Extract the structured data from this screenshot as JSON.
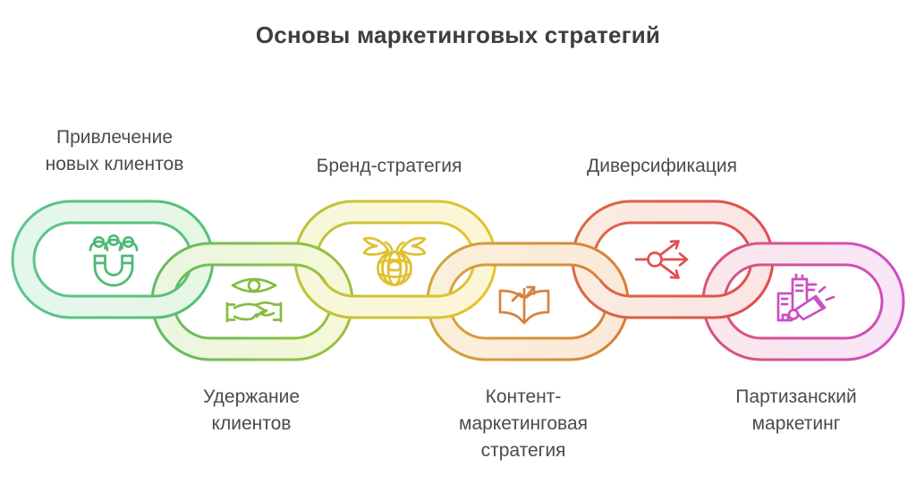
{
  "title": "Основы маркетинговых стратегий",
  "palette": {
    "background": "#ffffff",
    "title_color": "#3e3e3e",
    "label_color": "#4b4b4b"
  },
  "items": [
    {
      "icon": "magnet-attract-clients-icon",
      "lines": [
        "Привлечение",
        "новых клиентов"
      ],
      "colors": {
        "stroke_from": "#5ec48e",
        "stroke_to": "#54c073",
        "fill_from": "#e4f7ee",
        "fill_to": "#e6f7e5",
        "icon": "#4aba74"
      }
    },
    {
      "icon": "eye-handshake-retention-icon",
      "lines": [
        "Удержание",
        "клиентов"
      ],
      "colors": {
        "stroke_from": "#63bb62",
        "stroke_to": "#9cc23a",
        "fill_from": "#ebf6e0",
        "fill_to": "#f5f8d8",
        "icon": "#85bc40"
      }
    },
    {
      "icon": "winged-medal-brand-icon",
      "lines": [
        "Бренд-стратегия"
      ],
      "colors": {
        "stroke_from": "#bcc23b",
        "stroke_to": "#e6c42c",
        "fill_from": "#f7f7db",
        "fill_to": "#fdf6d5",
        "icon": "#dfc030"
      }
    },
    {
      "icon": "book-growth-content-icon",
      "lines": [
        "Контент-",
        "маркетинговая",
        "стратегия"
      ],
      "colors": {
        "stroke_from": "#d3a73c",
        "stroke_to": "#d87e3a",
        "fill_from": "#fbf0db",
        "fill_to": "#fbe9d9",
        "icon": "#d8823c"
      }
    },
    {
      "icon": "branch-arrows-diversification-icon",
      "lines": [
        "Диверсификация"
      ],
      "colors": {
        "stroke_from": "#da6a45",
        "stroke_to": "#e24c50",
        "fill_from": "#fcecdf",
        "fill_to": "#fbe5e6",
        "icon": "#e05050"
      }
    },
    {
      "icon": "building-megaphone-guerrilla-icon",
      "lines": [
        "Партизанский",
        "маркетинг"
      ],
      "colors": {
        "stroke_from": "#d85673",
        "stroke_to": "#cd4ec5",
        "fill_from": "#fbe7ec",
        "fill_to": "#f9e6f8",
        "icon": "#ca50c1"
      }
    }
  ]
}
